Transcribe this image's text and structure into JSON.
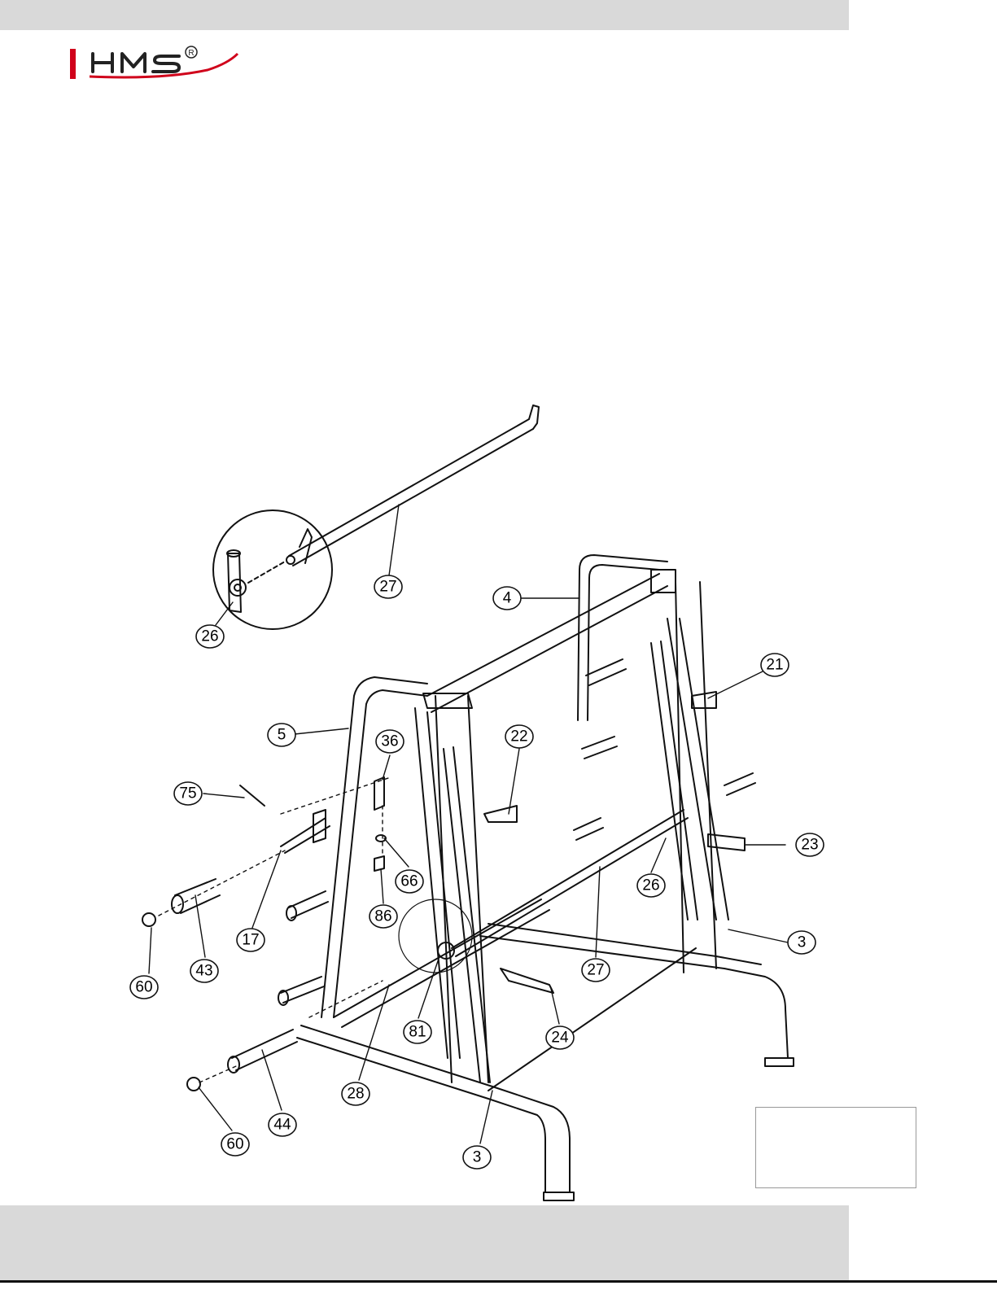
{
  "brand": {
    "name": "HMS",
    "registered_mark": "®",
    "accent_color": "#d0021b"
  },
  "header_bar_color": "#d9d9d9",
  "footer_bar_color": "#d9d9d9",
  "diagram": {
    "parts": [
      {
        "id": "27",
        "label": "27"
      },
      {
        "id": "4",
        "label": "4"
      },
      {
        "id": "26",
        "label": "26"
      },
      {
        "id": "21",
        "label": "21"
      },
      {
        "id": "5",
        "label": "5"
      },
      {
        "id": "22",
        "label": "22"
      },
      {
        "id": "36",
        "label": "36"
      },
      {
        "id": "75",
        "label": "75"
      },
      {
        "id": "23",
        "label": "23"
      },
      {
        "id": "66",
        "label": "66"
      },
      {
        "id": "26",
        "label": "26"
      },
      {
        "id": "86",
        "label": "86"
      },
      {
        "id": "3",
        "label": "3"
      },
      {
        "id": "17",
        "label": "17"
      },
      {
        "id": "43",
        "label": "43"
      },
      {
        "id": "27",
        "label": "27"
      },
      {
        "id": "60",
        "label": "60"
      },
      {
        "id": "24",
        "label": "24"
      },
      {
        "id": "81",
        "label": "81"
      },
      {
        "id": "28",
        "label": "28"
      },
      {
        "id": "44",
        "label": "44"
      },
      {
        "id": "60",
        "label": "60"
      },
      {
        "id": "3",
        "label": "3"
      }
    ]
  }
}
